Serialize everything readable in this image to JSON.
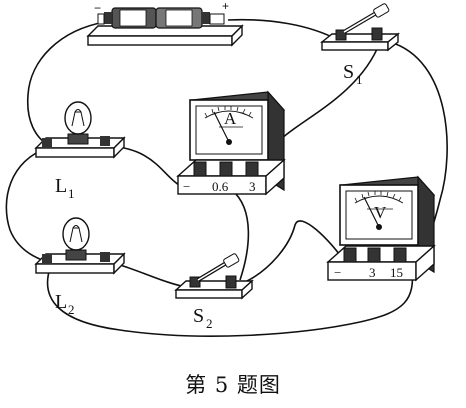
{
  "battery": {
    "neg_sign": "−",
    "pos_sign": "+"
  },
  "switch1": {
    "label": "S",
    "sub": "1"
  },
  "switch2": {
    "label": "S",
    "sub": "2"
  },
  "lamp1": {
    "label": "L",
    "sub": "1"
  },
  "lamp2": {
    "label": "L",
    "sub": "2"
  },
  "ammeter": {
    "letter": "A",
    "terminals": [
      "−",
      "0.6",
      "3"
    ]
  },
  "voltmeter": {
    "letter": "V",
    "terminals": [
      "−",
      "3",
      "15"
    ]
  },
  "caption": "第 5 题图"
}
